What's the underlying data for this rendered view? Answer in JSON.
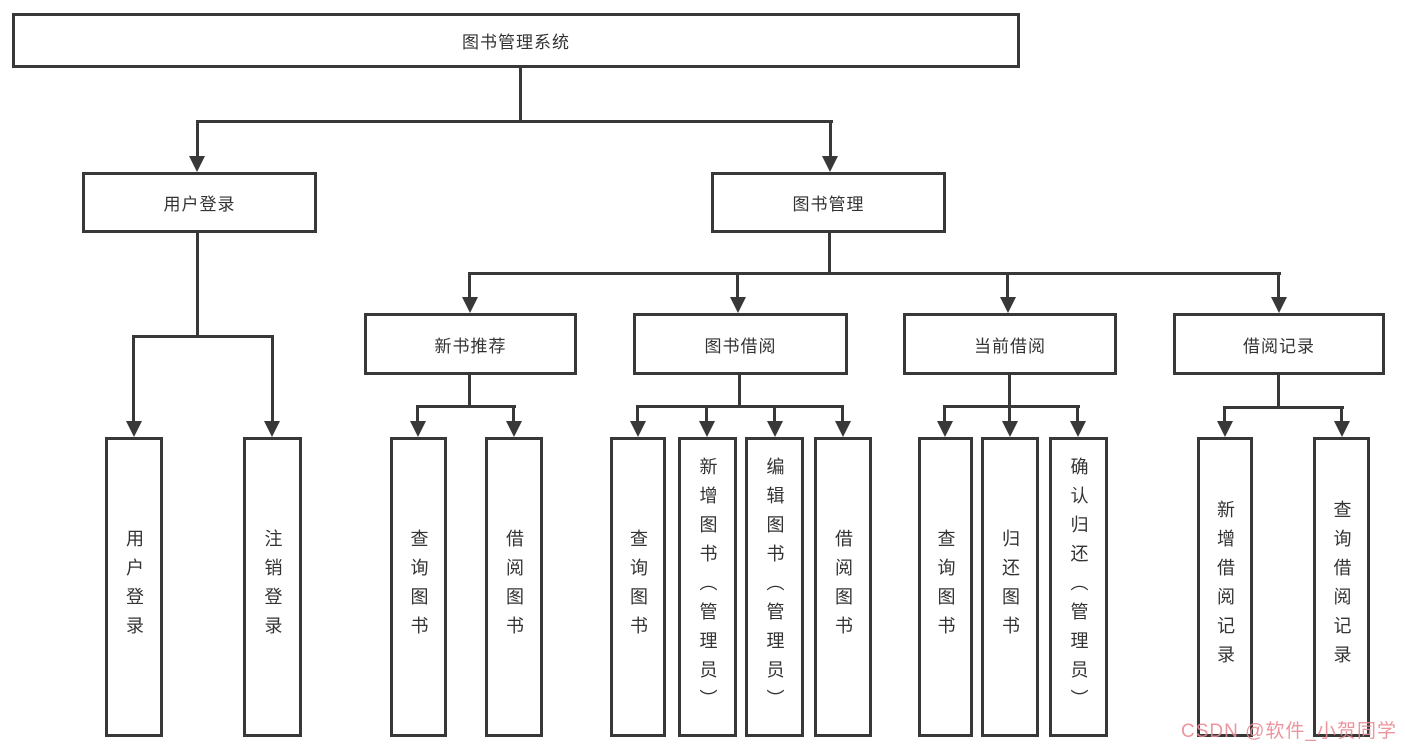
{
  "diagram": {
    "root": {
      "label": "图书管理系统"
    },
    "level1": [
      {
        "label": "用户登录"
      },
      {
        "label": "图书管理"
      }
    ],
    "level2": [
      {
        "label": "新书推荐"
      },
      {
        "label": "图书借阅"
      },
      {
        "label": "当前借阅"
      },
      {
        "label": "借阅记录"
      }
    ],
    "leaves": [
      {
        "label": "用户登录"
      },
      {
        "label": "注销登录"
      },
      {
        "label": "查询图书"
      },
      {
        "label": "借阅图书"
      },
      {
        "label": "查询图书"
      },
      {
        "label": "新增图书（管理员）"
      },
      {
        "label": "编辑图书（管理员）"
      },
      {
        "label": "借阅图书"
      },
      {
        "label": "查询图书"
      },
      {
        "label": "归还图书"
      },
      {
        "label": "确认归还（管理员）"
      },
      {
        "label": "新增借阅记录"
      },
      {
        "label": "查询借阅记录"
      }
    ],
    "watermark": "CSDN @软件_小贺同学",
    "colors": {
      "line": "#383838",
      "text": "#333333",
      "watermark": "#e98b95",
      "background": "#ffffff"
    }
  }
}
